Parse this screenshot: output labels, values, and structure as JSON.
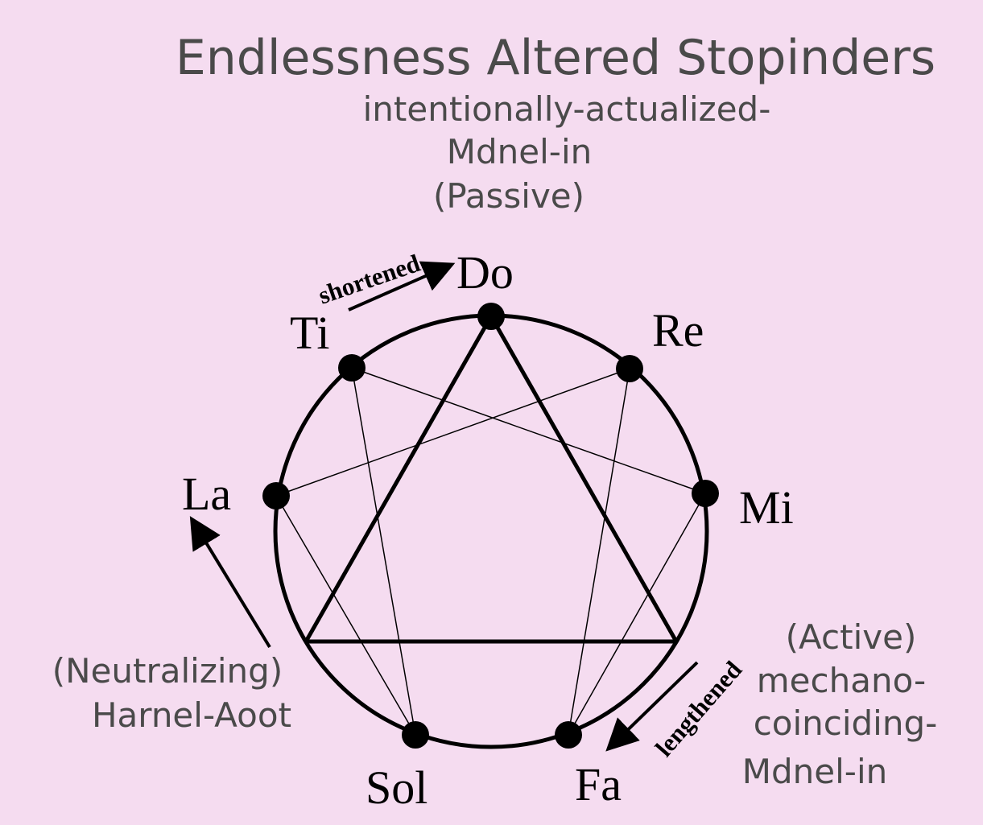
{
  "title": "Endlessness Altered Stopinders",
  "top_label": {
    "line1": "intentionally-actualized-",
    "line2": "Mdnel-in",
    "line3": "(Passive)"
  },
  "left_label": {
    "line1": "(Neutralizing)",
    "line2": "Harnel-Aoot"
  },
  "right_label": {
    "line1": "(Active)",
    "line2": "mechano-",
    "line3": "coinciding-",
    "line4": "Mdnel-in"
  },
  "notes": {
    "do": "Do",
    "re": "Re",
    "mi": "Mi",
    "fa": "Fa",
    "sol": "Sol",
    "la": "La",
    "ti": "Ti"
  },
  "interval_labels": {
    "shortened": "shortened",
    "lengthened": "lengthened"
  },
  "colors": {
    "background": "#f5dcf0",
    "text": "#4a4a4a",
    "lines": "#000000"
  }
}
